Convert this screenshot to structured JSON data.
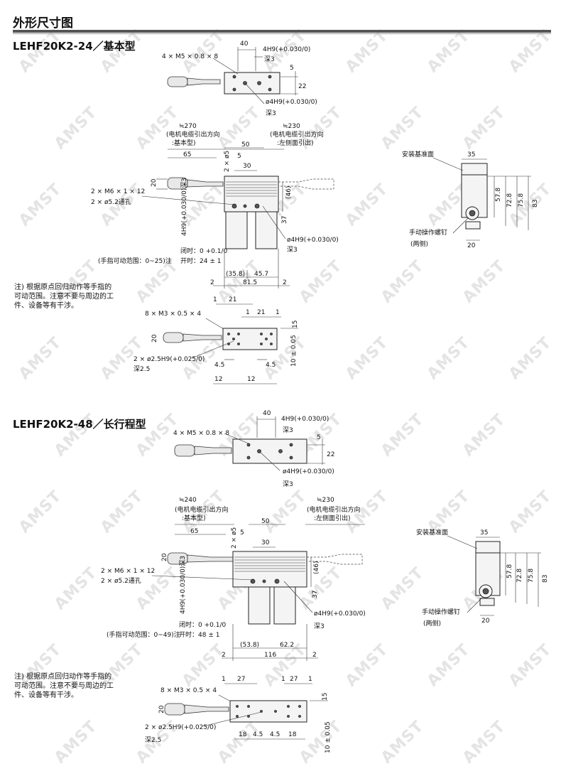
{
  "page_title": "外形尺寸图",
  "sections": [
    {
      "title": "LEHF20K2-24／基本型",
      "top_view": {
        "dim_top": "40",
        "hole_spec": "4H9(+0.030/0)",
        "depth1": "深3",
        "screw_spec": "4 × M5 × 0.8 × 8",
        "dim_5": "5",
        "dim_22": "22",
        "dia_spec": "ø4H9(+0.030/0)",
        "depth2": "深3"
      },
      "front_view": {
        "cable_left": "≒270",
        "cable_left_note1": "(电机电缆引出方向",
        "cable_left_note2": ":基本型)",
        "cable_right": "≒230",
        "cable_right_note1": "(电机电缆引出方向",
        "cable_right_note2": ":左侧面引出)",
        "dim_65": "65",
        "dim_50": "50",
        "dim_5": "5",
        "dim_30": "30",
        "dim_2x5": "2 × ø5",
        "dim_20": "20",
        "screw_spec": "2 × M6 × 1 × 12",
        "thru_spec": "2 × ø5.2通孔",
        "dim_46": "(46)",
        "dim_37": "37",
        "hole_left": "4H9(+0.030/0)深3",
        "hole_right": "ø4H9(+0.030/0)",
        "depth": "深3",
        "closed": "闭时：0 +0.1/0",
        "open": "开时：24 ± 1",
        "stroke_range": "(手指可动范围：0~25)注",
        "dim_358": "(35.8)",
        "dim_457": "45.7",
        "dim_2a": "2",
        "dim_815": "81.5",
        "dim_2b": "2"
      },
      "side_view": {
        "mount_ref": "安装基准面",
        "dim_35": "35",
        "dim_578": "57.8",
        "dim_728": "72.8",
        "dim_758": "75.8",
        "dim_83": "83",
        "manual_screw": "手动操作螺钉",
        "both_sides": "(两侧)",
        "dim_20": "20"
      },
      "bottom_view": {
        "dim_1a": "1",
        "dim_21a": "21",
        "dim_1b": "1",
        "dim_21b": "21",
        "dim_1c": "1",
        "screw_spec": "8 × M3 × 0.5 × 4",
        "dim_20": "20",
        "dim_15": "15",
        "hole_spec": "2 × ø2.5H9(+0.025/0)",
        "depth": "深2.5",
        "dim_45a": "4.5",
        "dim_45b": "4.5",
        "dim_12a": "12",
        "dim_12b": "12",
        "dim_10": "10 ± 0.05"
      },
      "note": "注) 根据原点回归动作等手指的可动范围。注意不要与周边的工件、设备等有干涉。"
    },
    {
      "title": "LEHF20K2-48／长行程型",
      "top_view": {
        "dim_top": "40",
        "hole_spec": "4H9(+0.030/0)",
        "depth1": "深3",
        "screw_spec": "4 × M5 × 0.8 × 8",
        "dim_5": "5",
        "dim_22": "22",
        "dia_spec": "ø4H9(+0.030/0)",
        "depth2": "深3"
      },
      "front_view": {
        "cable_left": "≒240",
        "cable_left_note1": "(电机电缆引出方向",
        "cable_left_note2": ":基本型)",
        "cable_right": "≒230",
        "cable_right_note1": "(电机电缆引出方向",
        "cable_right_note2": ":左侧面引出)",
        "dim_65": "65",
        "dim_50": "50",
        "dim_5": "5",
        "dim_30": "30",
        "dim_2x5": "2 × ø5",
        "dim_20": "20",
        "screw_spec": "2 × M6 × 1 × 12",
        "thru_spec": "2 × ø5.2通孔",
        "dim_46": "(46)",
        "dim_37": "37",
        "hole_left": "4H9(+0.030/0)深3",
        "hole_right": "ø4H9(+0.030/0)",
        "depth": "深3",
        "closed": "闭时：0 +0.1/0",
        "open": "开时：48 ± 1",
        "stroke_range": "(手指可动范围：0~49)注",
        "dim_358": "(53.8)",
        "dim_457": "62.2",
        "dim_2a": "2",
        "dim_815": "116",
        "dim_2b": "2"
      },
      "side_view": {
        "mount_ref": "安装基准面",
        "dim_35": "35",
        "dim_578": "57.8",
        "dim_728": "72.8",
        "dim_758": "75.8",
        "dim_83": "83",
        "manual_screw": "手动操作螺钉",
        "both_sides": "(两侧)",
        "dim_20": "20"
      },
      "bottom_view": {
        "dim_1a": "1",
        "dim_21a": "27",
        "dim_1b": "1",
        "dim_21b": "27",
        "dim_1c": "1",
        "screw_spec": "8 × M3 × 0.5 × 4",
        "dim_20": "20",
        "dim_15": "15",
        "hole_spec": "2 × ø2.5H9(+0.025/0)",
        "depth": "深2.5",
        "dim_45a": "4.5",
        "dim_45b": "4.5",
        "dim_12a": "18",
        "dim_12b": "18",
        "dim_10": "10 ± 0.05"
      },
      "note": "注) 根据原点回归动作等手指的可动范围。注意不要与周边的工件、设备等有干涉。"
    }
  ],
  "watermark_text": "AMST"
}
